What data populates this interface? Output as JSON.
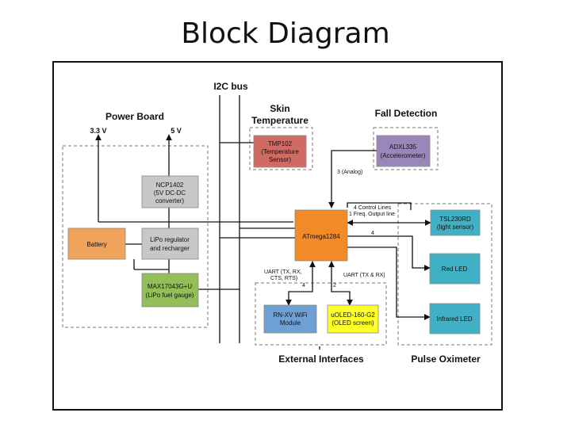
{
  "slide": {
    "title": "Block Diagram"
  },
  "groups": {
    "i2c_bus": "I2C bus",
    "power_board": "Power Board",
    "skin_temperature_line1": "Skin",
    "skin_temperature_line2": "Temperature",
    "fall_detection": "Fall Detection",
    "external_interfaces": "External Interfaces",
    "pulse_oximeter": "Pulse Oximeter"
  },
  "rails": {
    "v33": "3.3 V",
    "v5": "5 V"
  },
  "blocks": {
    "ncp1402": [
      "NCP1402",
      "(5V DC-DC",
      "converter)"
    ],
    "battery": [
      "Battery"
    ],
    "lipo_regulator": [
      "LiPo regulator",
      "and recharger"
    ],
    "fuel_gauge": [
      "MAX17043G+U",
      "(LiPo fuel gauge)"
    ],
    "tmp102": [
      "TMP102",
      "(Temperature",
      "Sensor)"
    ],
    "adxl335": [
      "ADXL335",
      "(Accelerometer)"
    ],
    "mcu": [
      "ATmega1284"
    ],
    "tsl230": [
      "TSL230RD",
      "(light sensor)"
    ],
    "red_led": [
      "Red LED"
    ],
    "ir_led": [
      "Infrared LED"
    ],
    "wifi": [
      "RN-XV WiFi",
      "Module"
    ],
    "oled": [
      "uOLED-160-G2",
      "(OLED screen)"
    ]
  },
  "signals": {
    "analog": "3 (Analog)",
    "control_lines": "4 Control Lines",
    "freq_output": "1 Freq. Output line",
    "four_right": "4",
    "uart_wifi_1": "UART (TX, RX,",
    "uart_wifi_2": "CTS, RTS)",
    "four_wifi": "4",
    "uart_oled": "UART (TX & RX)",
    "two_oled": "2"
  },
  "colors": {
    "gray_block": "#c7c8ca",
    "orange_block": "#f0a35a",
    "green_block": "#93bf58",
    "red_block": "#d26a64",
    "purple_block": "#9b86bb",
    "mcu_orange": "#f08b27",
    "blue_block": "#6fa0d3",
    "teal_block": "#40b0c4",
    "yellow_block": "#ffff2a"
  }
}
